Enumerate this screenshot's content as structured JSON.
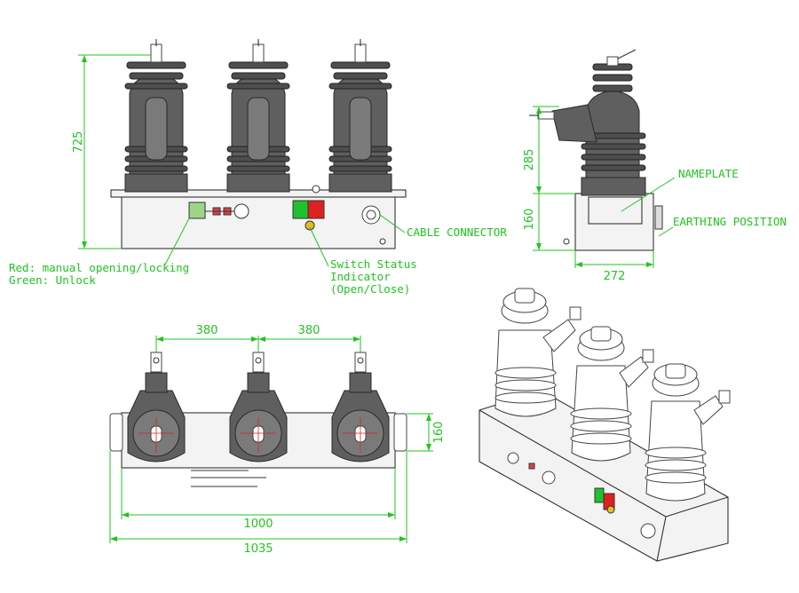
{
  "dimensions": {
    "height_front": "725",
    "side_upper": "285",
    "side_lower": "160",
    "side_width": "272",
    "top_spacing_left": "380",
    "top_spacing_right": "380",
    "top_side_depth": "160",
    "top_inner_width": "1000",
    "top_overall_width": "1035"
  },
  "labels": {
    "lock_line1": "Red: manual opening/locking",
    "lock_line2": "Green: Unlock",
    "switch_line1": "Switch Status",
    "switch_line2": "Indicator",
    "switch_line3": "(Open/Close)",
    "cable_connector": "CABLE CONNECTOR",
    "nameplate": "NAMEPLATE",
    "earthing_position": "EARTHING POSITION"
  },
  "colors": {
    "annotation": "#22c322",
    "insulator": "#5f5f5f",
    "indicator_red": "#e02020",
    "indicator_green": "#20c030"
  }
}
